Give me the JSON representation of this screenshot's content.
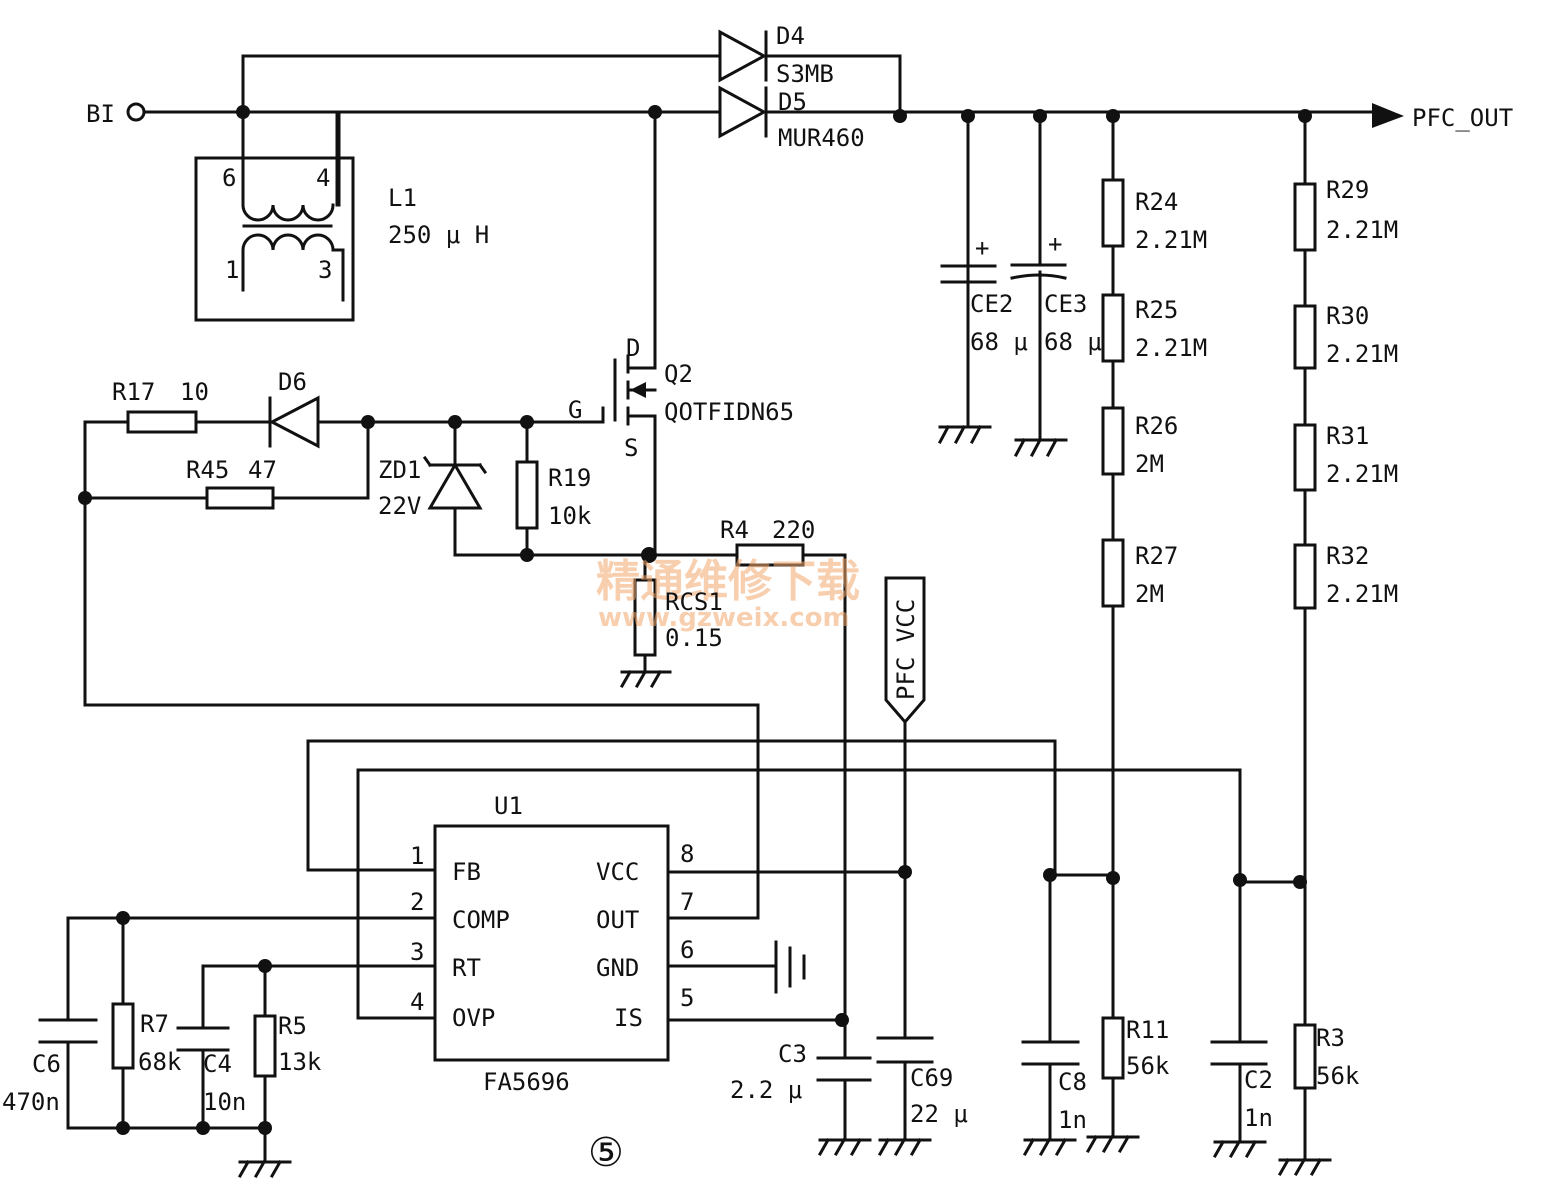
{
  "figure_number": "⑤",
  "watermark": {
    "text": "精通维修下载",
    "url": "www.gzweix.com"
  },
  "nets": {
    "input": "BI",
    "output": "PFC_OUT",
    "vcc": "PFC VCC"
  },
  "ic": {
    "ref": "U1",
    "part": "FA5696",
    "pins": [
      {
        "num": "1",
        "name": "FB"
      },
      {
        "num": "2",
        "name": "COMP"
      },
      {
        "num": "3",
        "name": "RT"
      },
      {
        "num": "4",
        "name": "OVP"
      },
      {
        "num": "5",
        "name": "IS"
      },
      {
        "num": "6",
        "name": "GND"
      },
      {
        "num": "7",
        "name": "OUT"
      },
      {
        "num": "8",
        "name": "VCC"
      }
    ]
  },
  "components": {
    "D4": {
      "ref": "D4",
      "value": "S3MB"
    },
    "D5": {
      "ref": "D5",
      "value": "MUR460"
    },
    "L1": {
      "ref": "L1",
      "value": "250 μ H",
      "pins": [
        "6",
        "4",
        "1",
        "3"
      ]
    },
    "Q2": {
      "ref": "Q2",
      "value": "QOTFIDN65",
      "pins": [
        "D",
        "G",
        "S"
      ]
    },
    "R17": {
      "ref": "R17",
      "value": "10"
    },
    "D6": {
      "ref": "D6"
    },
    "R45": {
      "ref": "R45",
      "value": "47"
    },
    "ZD1": {
      "ref": "ZD1",
      "value": "22V"
    },
    "R19": {
      "ref": "R19",
      "value": "10k"
    },
    "R4": {
      "ref": "R4",
      "value": "220"
    },
    "RCS1": {
      "ref": "RCS1",
      "value": "0.15"
    },
    "CE2": {
      "ref": "CE2",
      "value": "68 μ"
    },
    "CE3": {
      "ref": "CE3",
      "value": "68 μ"
    },
    "R24": {
      "ref": "R24",
      "value": "2.21M"
    },
    "R25": {
      "ref": "R25",
      "value": "2.21M"
    },
    "R26": {
      "ref": "R26",
      "value": "2M"
    },
    "R27": {
      "ref": "R27",
      "value": "2M"
    },
    "R29": {
      "ref": "R29",
      "value": "2.21M"
    },
    "R30": {
      "ref": "R30",
      "value": "2.21M"
    },
    "R31": {
      "ref": "R31",
      "value": "2.21M"
    },
    "R32": {
      "ref": "R32",
      "value": "2.21M"
    },
    "C6": {
      "ref": "C6",
      "value": "470n"
    },
    "R7": {
      "ref": "R7",
      "value": "68k"
    },
    "C4": {
      "ref": "C4",
      "value": "10n"
    },
    "R5": {
      "ref": "R5",
      "value": "13k"
    },
    "C3": {
      "ref": "C3",
      "value": "2.2 μ"
    },
    "C69": {
      "ref": "C69",
      "value": "22 μ"
    },
    "C8": {
      "ref": "C8",
      "value": "1n"
    },
    "R11": {
      "ref": "R11",
      "value": "56k"
    },
    "C2": {
      "ref": "C2",
      "value": "1n"
    },
    "R3": {
      "ref": "R3",
      "value": "56k"
    }
  }
}
